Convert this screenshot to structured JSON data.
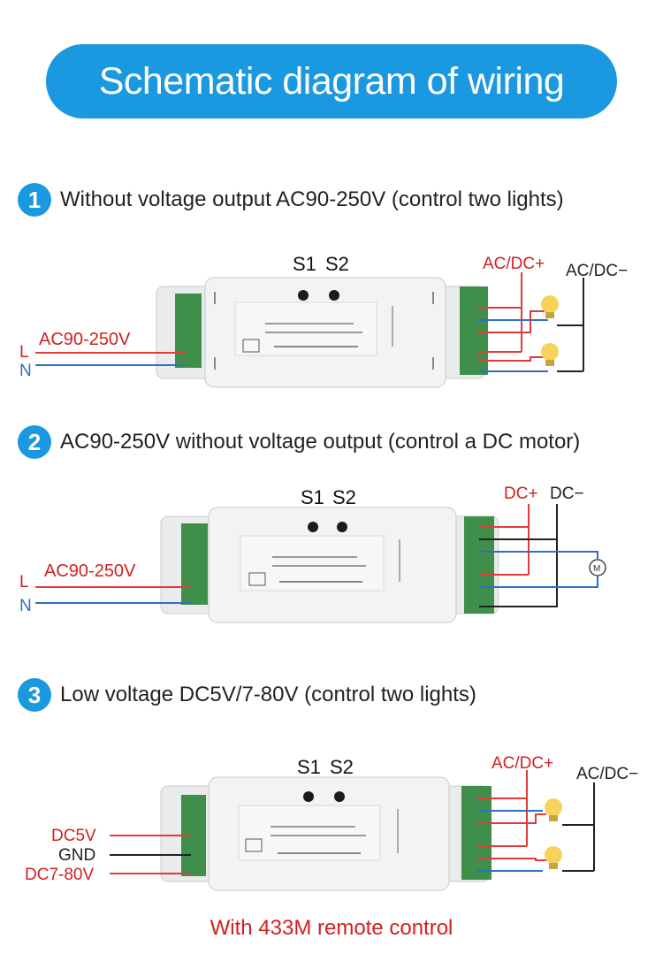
{
  "title": "Schematic diagram of wiring",
  "colors": {
    "accent": "#1a98e0",
    "red_wire": "#e23a3a",
    "blue_wire": "#2f6fc4",
    "black_wire": "#222222",
    "label_red": "#d21f1f"
  },
  "sections": [
    {
      "number": "1",
      "text": "Without voltage output AC90-250V (control two lights)",
      "buttons": [
        "S1",
        "S2"
      ],
      "input_label": "AC90-250V",
      "inputs": [
        "L",
        "N"
      ],
      "out_plus": "AC/DC+",
      "out_minus": "AC/DC−",
      "loads": [
        "light-bulb-icon",
        "light-bulb-icon"
      ]
    },
    {
      "number": "2",
      "text": "AC90-250V without voltage output (control a DC motor)",
      "buttons": [
        "S1",
        "S2"
      ],
      "input_label": "AC90-250V",
      "inputs": [
        "L",
        "N"
      ],
      "out_plus": "DC+",
      "out_minus": "DC−",
      "loads": [
        "motor-icon"
      ],
      "motor_label": "M"
    },
    {
      "number": "3",
      "text": "Low voltage DC5V/7-80V (control two lights)",
      "buttons": [
        "S1",
        "S2"
      ],
      "inputs": [
        "DC5V",
        "GND",
        "DC7-80V"
      ],
      "out_plus": "AC/DC+",
      "out_minus": "AC/DC−",
      "loads": [
        "light-bulb-icon",
        "light-bulb-icon"
      ]
    }
  ],
  "footer": "With 433M remote control"
}
